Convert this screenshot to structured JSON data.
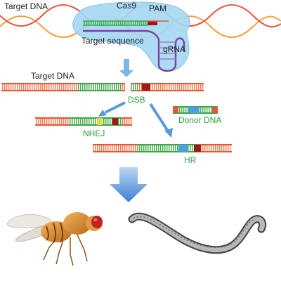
{
  "labels": {
    "target_dna_top": "Target DNA",
    "cas9": "Cas9",
    "pam": "PAM",
    "target_sequence": "Target sequence",
    "grna": "gRNA",
    "target_dna_mid": "Target DNA",
    "dsb": "DSB",
    "donor_dna": "Donor DNA",
    "nhej": "NHEJ",
    "hr": "HR"
  },
  "colors": {
    "dna_red": "#e8553a",
    "dna_orange": "#f2a23a",
    "target_green": "#3aa845",
    "pam_dark_red": "#a01818",
    "donor_blue": "#4aa0e0",
    "cas9_body": "#9fd3f0",
    "grna_purple": "#7a3fa0",
    "arrow_blue": "#5b9bd5",
    "label_green": "#2e9e3a"
  },
  "organisms": [
    "fruit-fly",
    "nematode-worm"
  ]
}
